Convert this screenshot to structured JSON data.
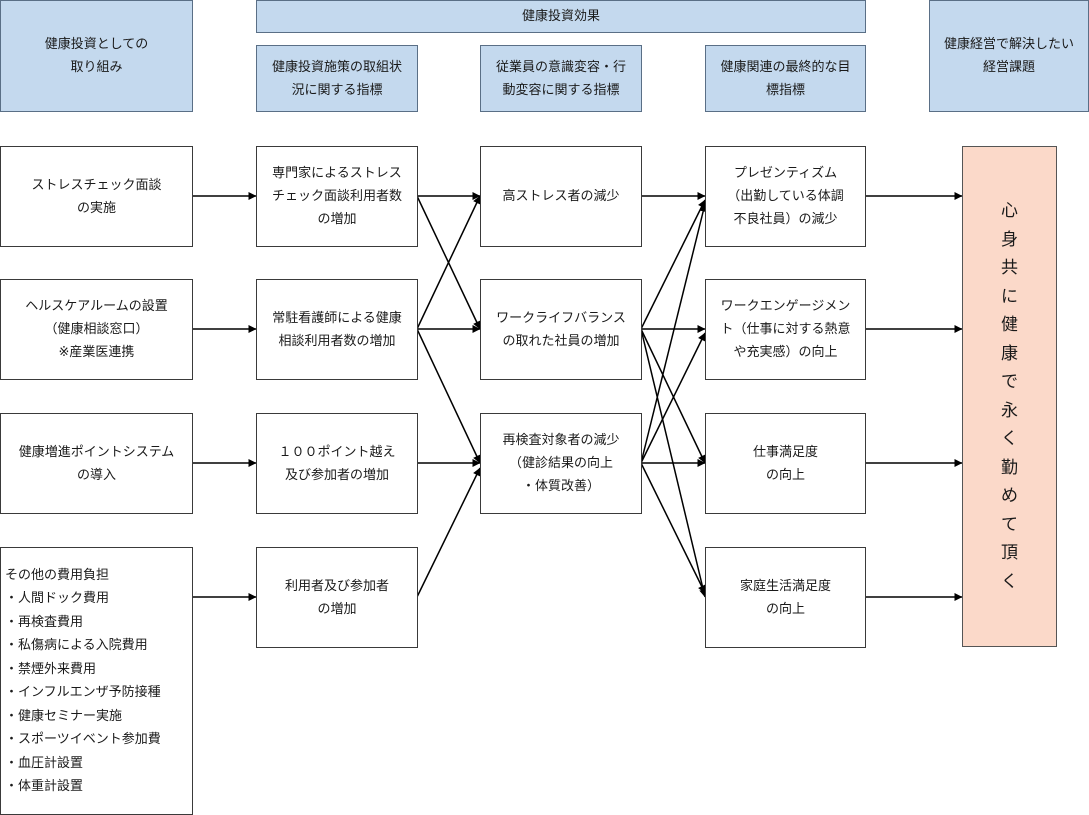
{
  "headers": {
    "initiatives": "健康投資としての\n取り組み",
    "effect": "健康投資効果",
    "indicators1": "健康投資施策の取組状\n況に関する指標",
    "indicators2": "従業員の意識変容・行\n動変容に関する指標",
    "indicators3": "健康関連の最終的な目\n標指標",
    "management": "健康経営で解決したい\n経営課題"
  },
  "initiatives": [
    "ストレスチェック面談\nの実施",
    "ヘルスケアルームの設置\n（健康相談窓口）\n※産業医連携",
    "健康増進ポイントシステム\nの導入"
  ],
  "other_costs": {
    "title": "その他の費用負担",
    "items": [
      "人間ドック費用",
      "再検査費用",
      "私傷病による入院費用",
      "禁煙外来費用",
      "インフルエンザ予防接種",
      "健康セミナー実施",
      "スポーツイベント参加費",
      "血圧計設置",
      "体重計設置"
    ]
  },
  "indicators_a": [
    "専門家によるストレス\nチェック面談利用者数\nの増加",
    "常駐看護師による健康\n相談利用者数の増加",
    "１００ポイント越え\n及び参加者の増加",
    "利用者及び参加者\nの増加"
  ],
  "indicators_b": [
    "高ストレス者の減少",
    "ワークライフバランス\nの取れた社員の増加",
    "再検査対象者の減少\n（健診結果の向上\n・体質改善）"
  ],
  "indicators_c": [
    "プレゼンティズム\n（出勤している体調\n不良社員）の減少",
    "ワークエンゲージメン\nト（仕事に対する熱意\nや充実感）の向上",
    "仕事満足度\nの向上",
    "家庭生活満足度\nの向上"
  ],
  "goal_chars": [
    "心",
    "身",
    "共",
    "に",
    "健",
    "康",
    "で",
    "永",
    "く",
    "勤",
    "め",
    "て",
    "頂",
    "く"
  ],
  "colors": {
    "header_fill": "#c4d9ee",
    "goal_fill": "#fbd9c9",
    "line": "#000000"
  }
}
